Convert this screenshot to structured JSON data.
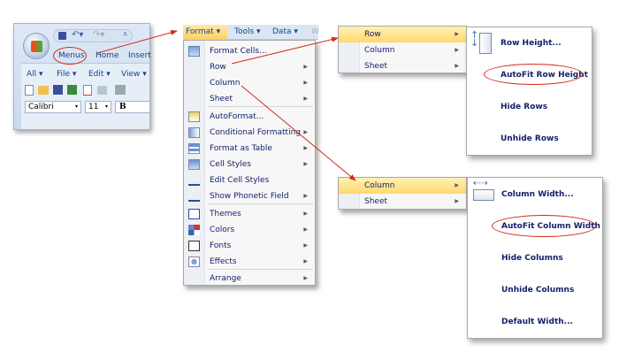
{
  "ribbon": {
    "menus_tab": "Menus",
    "home_tab": "Home",
    "insert_tab": "Insert",
    "menubar": [
      "All",
      "File",
      "Edit",
      "View"
    ],
    "font_name": "Calibri",
    "font_size": "11",
    "bold": "B"
  },
  "format_menu": {
    "tabs": [
      {
        "label": "Format",
        "active": true
      },
      {
        "label": "Tools"
      },
      {
        "label": "Data"
      },
      {
        "label": "W"
      }
    ],
    "items": [
      {
        "label": "Format Cells...",
        "icon": "format-cells-icon"
      },
      {
        "label": "Row",
        "submenu": true
      },
      {
        "label": "Column",
        "submenu": true
      },
      {
        "label": "Sheet",
        "submenu": true
      },
      {
        "label": "AutoFormat...",
        "icon": "autoformat-icon"
      },
      {
        "label": "Conditional Formatting",
        "icon": "conditional-formatting-icon",
        "submenu": true
      },
      {
        "label": "Format as Table",
        "icon": "format-table-icon",
        "submenu": true
      },
      {
        "label": "Cell Styles",
        "icon": "cell-styles-icon",
        "submenu": true
      },
      {
        "label": "Edit Cell Styles",
        "icon": "edit-cell-styles-icon"
      },
      {
        "label": "Show Phonetic Field",
        "icon": "phonetic-icon",
        "submenu": true
      },
      {
        "label": "Themes",
        "icon": "themes-icon",
        "submenu": true
      },
      {
        "label": "Colors",
        "icon": "colors-icon",
        "submenu": true
      },
      {
        "label": "Fonts",
        "icon": "fonts-icon",
        "submenu": true
      },
      {
        "label": "Effects",
        "icon": "effects-icon",
        "submenu": true
      },
      {
        "label": "Arrange",
        "submenu": true
      }
    ]
  },
  "row_submenu": {
    "items": [
      "Row",
      "Column",
      "Sheet"
    ],
    "highlighted": "Row"
  },
  "row_options": {
    "items": [
      "Row Height...",
      "AutoFit Row Height",
      "Hide Rows",
      "Unhide Rows"
    ],
    "circled": "AutoFit Row Height"
  },
  "column_submenu": {
    "items": [
      "Column",
      "Sheet"
    ],
    "highlighted": "Column"
  },
  "column_options": {
    "items": [
      "Column Width...",
      "AutoFit Column Width",
      "Hide Columns",
      "Unhide Columns",
      "Default Width..."
    ],
    "circled": "AutoFit Column Width"
  },
  "colors": {
    "highlight": "#ffd86b",
    "annotation": "#d12a1a",
    "menu_text": "#15206b"
  }
}
